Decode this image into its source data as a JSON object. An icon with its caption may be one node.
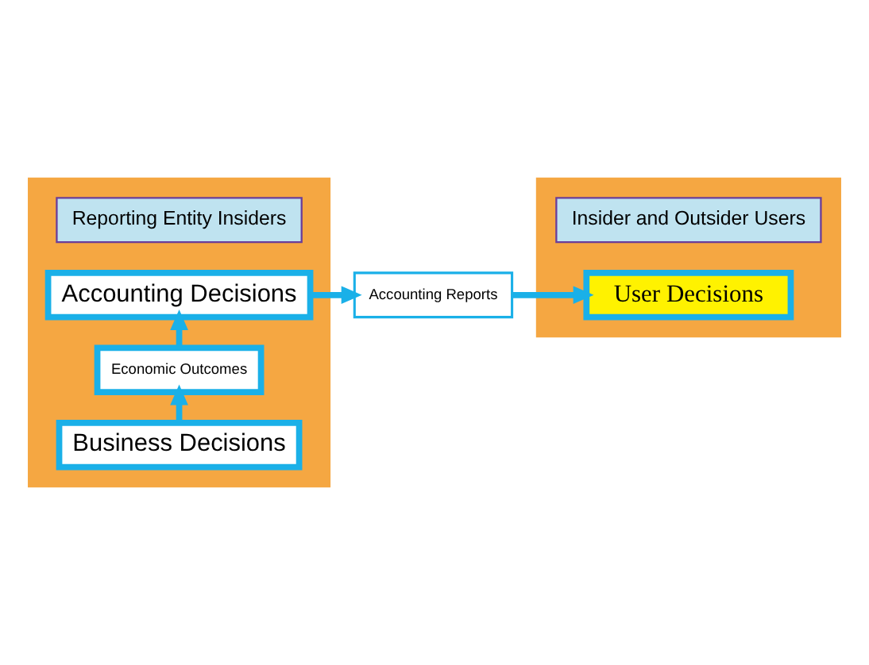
{
  "diagram": {
    "nodes": [
      {
        "text": [],
        "shape": "box"
      },
      {
        "text": [
          "Business Decisions"
        ],
        "in": 0
      },
      {
        "text": [
          "Economic Outcomes"
        ],
        "in": 0
      },
      {
        "text": [
          "Accounting Decisions"
        ],
        "in": 0
      },
      {
        "text": [
          "Reporting Entity Insiders"
        ],
        "in": 0
      },
      {
        "text": [
          "Accounting Reports"
        ]
      },
      {
        "text": [],
        "shape": "box"
      },
      {
        "text": [
          "User Decisions"
        ],
        "in": 6
      },
      {
        "text": [
          "Insider and Outsider Users"
        ],
        "in": 6
      }
    ],
    "edges": [
      {
        "from": 1,
        "to": 2,
        "arrow": "to"
      },
      {
        "from": 2,
        "to": 3,
        "arrow": "to"
      },
      {
        "from": 3,
        "to": 5,
        "arrow": "to"
      },
      {
        "from": 5,
        "to": 7,
        "arrow": "to"
      }
    ]
  }
}
